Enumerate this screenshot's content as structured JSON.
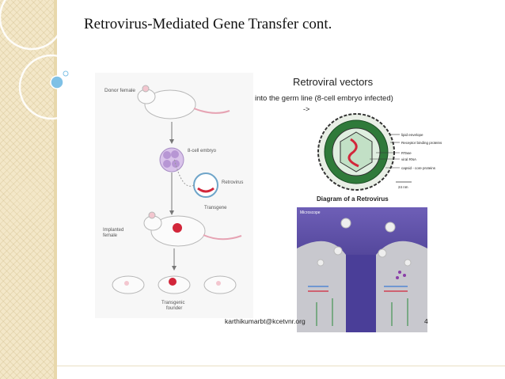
{
  "slide": {
    "title": "Retrovirus-Mediated Gene Transfer cont."
  },
  "left_figure": {
    "labels": {
      "donor": "Donor female",
      "embryo": "8-cell embryo",
      "retrovirus": "Retrovirus",
      "transgene": "Transgene",
      "implanted": "Implanted female",
      "founder": "Transgenic founder"
    }
  },
  "right_figure": {
    "heading_line1": "Retroviral vectors",
    "heading_line2": "into the germ line (8-cell embryo infected)",
    "heading_line3": "-> ",
    "virion_labels": [
      "lipid envelope",
      "Receptor binding proteins",
      "RTase",
      "viral RNA",
      "capsid - core proteins"
    ],
    "scale_label": "24 nm",
    "diagram_title": "Diagram of a Retrovirus",
    "panel_tag": "Microscope"
  },
  "footer": {
    "email": "karthikumarbt@kcetvnr.org",
    "page_num": "4"
  }
}
